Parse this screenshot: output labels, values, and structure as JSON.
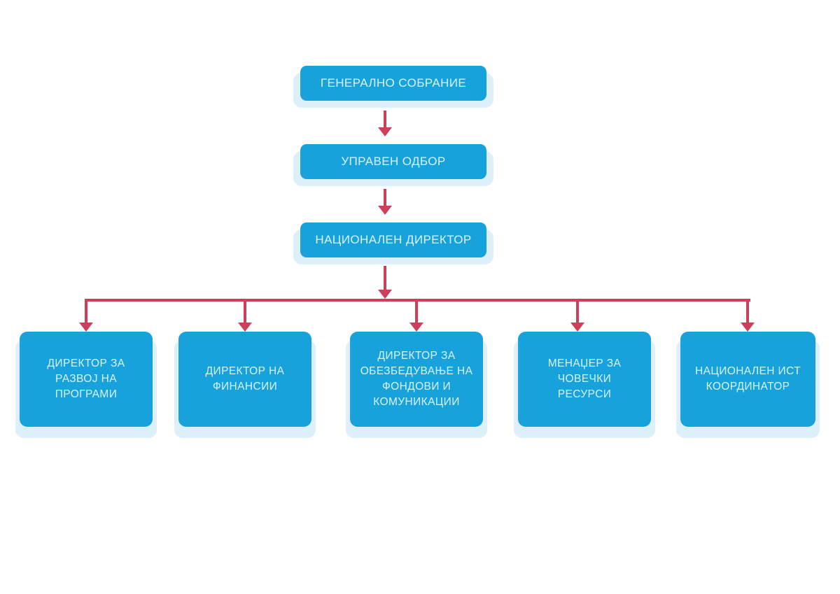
{
  "diagram": {
    "title": "Organizational chart",
    "language": "mk",
    "colors": {
      "node_fill": "#18a2dc",
      "node_shadow": "#ddf0fa",
      "node_text": "#d8f4fb",
      "connector": "#cc4159",
      "background": "#ffffff"
    },
    "hierarchy": {
      "level1": {
        "id": "general-assembly",
        "label": "ГЕНЕРАЛНО СОБРАНИЕ"
      },
      "level2": {
        "id": "managing-board",
        "label": "УПРАВЕН ОДБОР"
      },
      "level3": {
        "id": "national-director",
        "label": "НАЦИОНАЛЕН ДИРЕКТОР"
      },
      "level4": [
        {
          "id": "director-program-development",
          "label": "ДИРЕКТОР ЗА\nРАЗВОЈ НА\nПРОГРАМИ"
        },
        {
          "id": "director-finance",
          "label": "ДИРЕКТОР НА\nФИНАНСИИ"
        },
        {
          "id": "director-funds-communications",
          "label": "ДИРЕКТОР ЗА\nОБЕЗБЕДУВАЊЕ НА\nФОНДОВИ И\nКОМУНИКАЦИИ"
        },
        {
          "id": "hr-manager",
          "label": "МЕНАЏЕР ЗА\nЧОВЕЧКИ\nРЕСУРСИ"
        },
        {
          "id": "national-ist-coordinator",
          "label": "НАЦИОНАЛЕН ИСТ\nКООРДИНАТОР"
        }
      ]
    }
  }
}
